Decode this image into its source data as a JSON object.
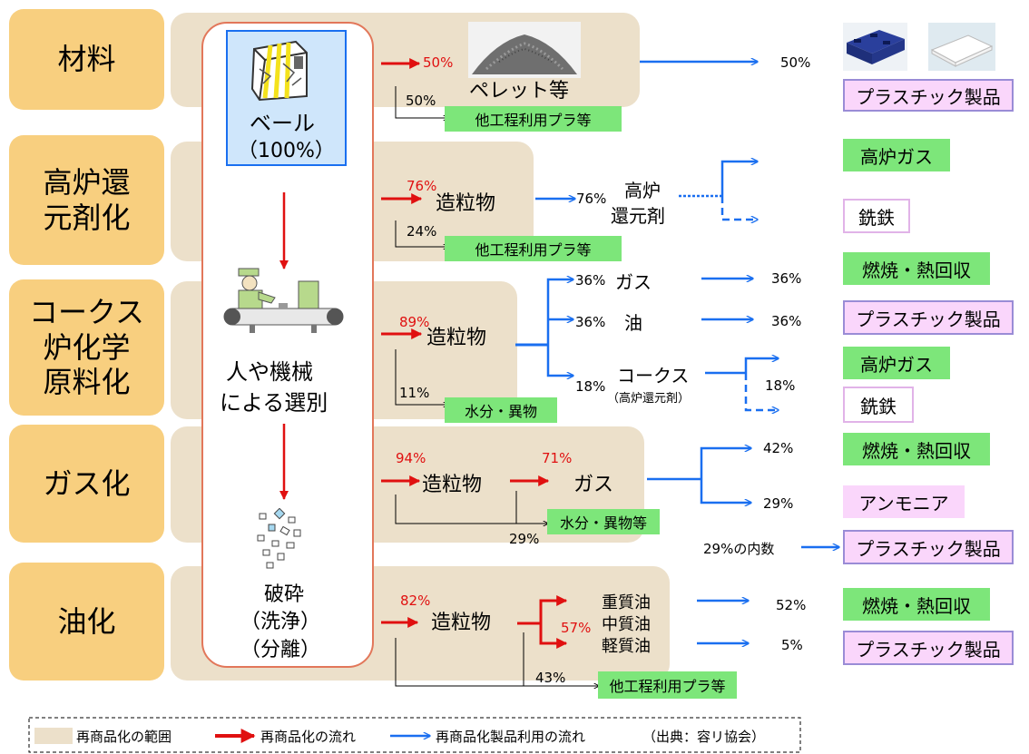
{
  "categories": {
    "material": "材料",
    "blast1": "高炉還",
    "blast2": "元剤化",
    "coke1": "コークス",
    "coke2": "炉化学",
    "coke3": "原料化",
    "gas": "ガス化",
    "oil": "油化"
  },
  "center": {
    "bale": "ベール",
    "bale_pct": "（100%）",
    "sort1": "人や機械",
    "sort2": "による選別",
    "crush1": "破砕",
    "crush2": "（洗浄）",
    "crush3": "（分離）"
  },
  "material_row": {
    "red_pct": "50%",
    "black_pct": "50%",
    "pellet": "ペレット等",
    "other": "他工程利用プラ等",
    "out_pct": "50%",
    "plastic": "プラスチック製品"
  },
  "blast_row": {
    "red_pct": "76%",
    "granule": "造粒物",
    "pct": "76%",
    "agent1": "高炉",
    "agent2": "還元剤",
    "other_pct": "24%",
    "other": "他工程利用プラ等",
    "gas": "高炉ガス",
    "iron": "銑鉄"
  },
  "coke_row": {
    "red_pct": "89%",
    "granule": "造粒物",
    "gas_pct": "36%",
    "gas": "ガス",
    "oil_pct": "36%",
    "oil": "油",
    "coke_pct": "18%",
    "coke": "コークス",
    "coke_sub": "（高炉還元剤）",
    "out_gas": "36%",
    "out_oil": "36%",
    "out_coke": "18%",
    "other_pct": "11%",
    "other": "水分・異物",
    "burn": "燃焼・熱回収",
    "plastic": "プラスチック製品",
    "blast_gas": "高炉ガス",
    "iron": "銑鉄"
  },
  "gas_row": {
    "red_pct1": "94%",
    "granule": "造粒物",
    "red_pct2": "71%",
    "gas": "ガス",
    "other": "水分・異物等",
    "other_pct": "29%",
    "out1": "42%",
    "out2": "29%",
    "burn": "燃焼・熱回収",
    "ammonia": "アンモニア",
    "inner": "29%の内数",
    "plastic": "プラスチック製品"
  },
  "oil_row": {
    "red_pct1": "82%",
    "granule": "造粒物",
    "red_pct2": "57%",
    "heavy": "重質油",
    "medium": "中質油",
    "light": "軽質油",
    "out1": "52%",
    "out2": "5%",
    "other_pct": "43%",
    "other": "他工程利用プラ等",
    "burn": "燃焼・熱回収",
    "plastic": "プラスチック製品"
  },
  "legend": {
    "scope": "再商品化の範囲",
    "flow": "再商品化の流れ",
    "use_flow": "再商品化製品利用の流れ",
    "source": "（出典：容リ協会）"
  },
  "colors": {
    "category": "#f8cf7f",
    "band": "#ece0ca",
    "green": "#7de67a",
    "pink": "#fad6fb",
    "red_arrow": "#e01010",
    "blue_arrow": "#1a6ff0"
  }
}
